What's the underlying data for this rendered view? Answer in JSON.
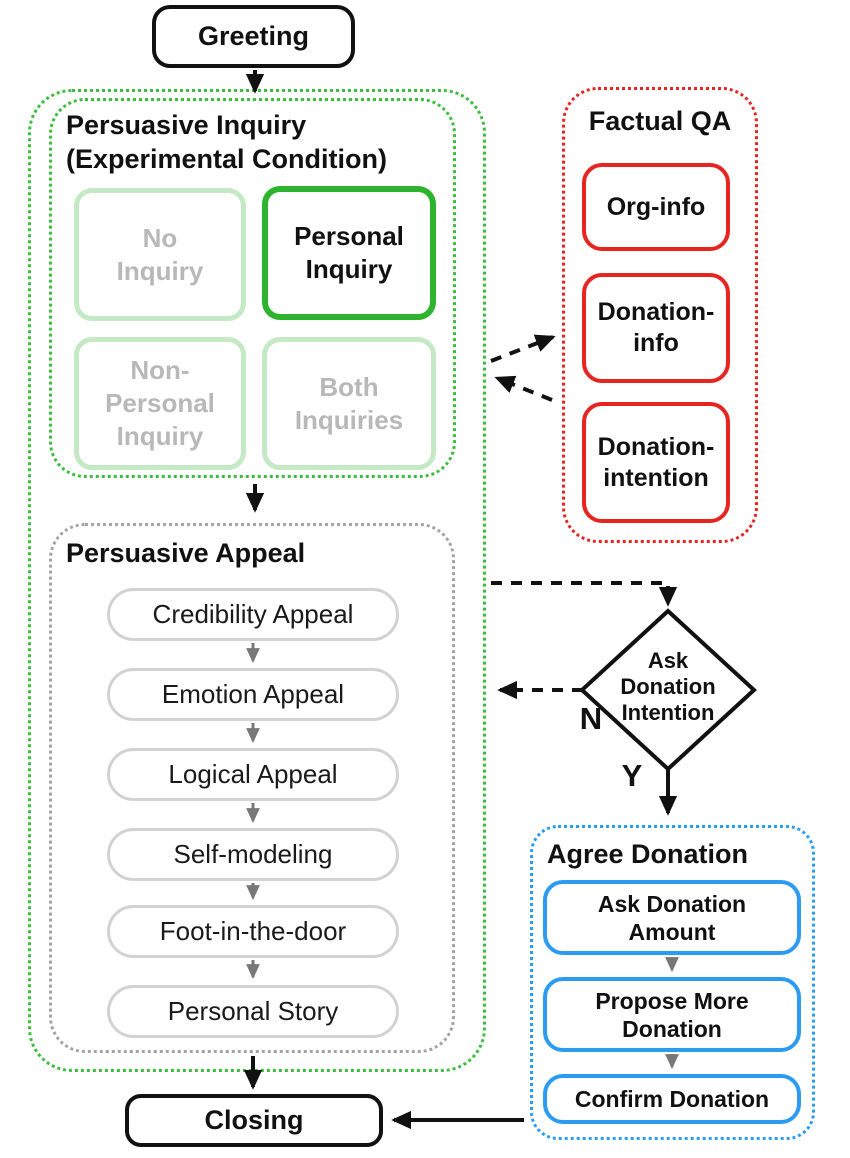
{
  "colors": {
    "selected_green": "#2eb32e",
    "dotted_green": "#3dbd3d",
    "inactive_green": "#c5e8c5",
    "inactive_gray_text": "#b8b8b8",
    "pill_border": "#d2d2d2",
    "dotted_gray": "#a3a3a3",
    "qa_red": "#e62420",
    "agree_blue": "#2b9cf2",
    "line_black": "#111111"
  },
  "greeting": {
    "label": "Greeting"
  },
  "closing": {
    "label": "Closing"
  },
  "inquiry": {
    "title": "Persuasive Inquiry\n(Experimental Condition)",
    "options": [
      {
        "label": "No\nInquiry",
        "selected": false
      },
      {
        "label": "Personal\nInquiry",
        "selected": true
      },
      {
        "label": "Non-\nPersonal\nInquiry",
        "selected": false
      },
      {
        "label": "Both\nInquiries",
        "selected": false
      }
    ]
  },
  "appeal": {
    "title": "Persuasive Appeal",
    "steps": [
      "Credibility Appeal",
      "Emotion Appeal",
      "Logical Appeal",
      "Self-modeling",
      "Foot-in-the-door",
      "Personal Story"
    ]
  },
  "factual_qa": {
    "title": "Factual QA",
    "items": [
      "Org-info",
      "Donation-\ninfo",
      "Donation-\nintention"
    ]
  },
  "decision": {
    "label": "Ask\nDonation\nIntention",
    "no": "N",
    "yes": "Y"
  },
  "agree": {
    "title": "Agree Donation",
    "steps": [
      "Ask Donation\nAmount",
      "Propose More\nDonation",
      "Confirm Donation"
    ]
  }
}
